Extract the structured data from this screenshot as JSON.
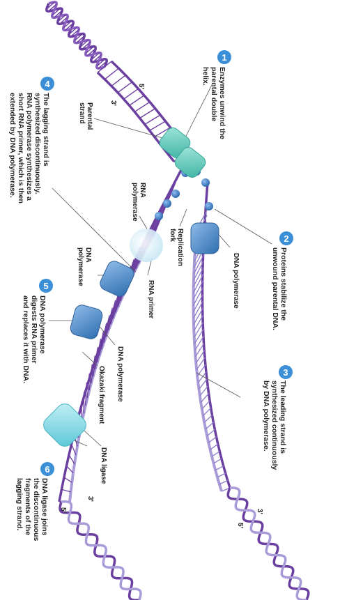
{
  "steps": [
    {
      "num": "1",
      "text": "Enzymes unwind the\nparental double\nhelix."
    },
    {
      "num": "2",
      "text": "Proteins stabilize the\nunwound parental DNA."
    },
    {
      "num": "3",
      "text": "The leading strand is\nsynthesized continuously\nby DNA polymerase."
    },
    {
      "num": "4",
      "text": "The lagging strand is\nsynthesized discontinuously.\nRNA polymerase synthesizes a\nshort RNA primer, which is then\nextended by DNA polymerase."
    },
    {
      "num": "5",
      "text": "DNA polymerase\ndigests RNA primer\nand replaces it with DNA."
    },
    {
      "num": "6",
      "text": "DNA ligase joins\nthe discontinuous\nfragments of the\nlagging strand."
    }
  ],
  "labels": {
    "parental_strand": "Parental\nstrand",
    "replication_fork": "Replication\nfork",
    "rna_polymerase": "RNA\npolymerase",
    "rna_primer": "RNA primer",
    "dna_polymerase_leading": "DNA polymerase",
    "dna_polymerase_lagging": "DNA\npolymerase",
    "dna_polymerase_lower": "DNA polymerase",
    "okazaki_fragment": "Okazaki fragment",
    "dna_ligase": "DNA ligase"
  },
  "ends": {
    "top_5": "5'",
    "top_3": "3'",
    "bottom_right_3": "3'",
    "bottom_right_5": "5'",
    "bottom_left_3": "3'",
    "bottom_left_5": "5'"
  },
  "colors": {
    "parental_strand": "#6b3fa0",
    "new_strand": "#a99bd8",
    "helicase": "#5cc7b8",
    "polymerase": "#4a86c5",
    "ssb": "#3d7fc0",
    "primase": "#cfe9f4",
    "ligase": "#79d3e0",
    "step_badge": "#3a8fd6"
  }
}
